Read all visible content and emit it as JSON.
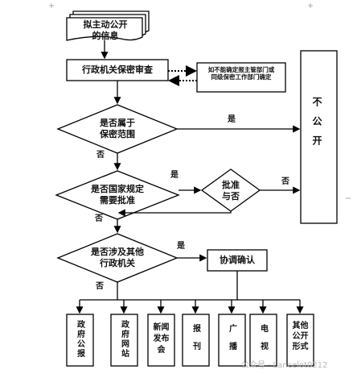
{
  "diagram": {
    "nodes": {
      "start": "拟主动公开\n的信息",
      "review": "行政机关保密审查",
      "uncertain_note": "如不能确定报主管部门或\n同级保密工作部门确定",
      "secret_check": "是否属于\n保密范围",
      "not_public": "不公开",
      "approval_check": "是否国家规定\n需要批准",
      "approve": "批准\n与否",
      "other_agency_check": "是否涉及其他\n行政机关",
      "coordinate": "协调确认"
    },
    "edge_labels": {
      "secret_yes": "是",
      "secret_no": "否",
      "approval_yes": "是",
      "approve_no": "否",
      "approval_no": "否",
      "agency_yes": "是",
      "agency_no": "否"
    },
    "channels": [
      "政府公报",
      "政府网站",
      "新闻发布会",
      "报刊",
      "广播",
      "电视",
      "其他公开形式"
    ]
  },
  "watermark": "公众号 · Lancelot0212"
}
